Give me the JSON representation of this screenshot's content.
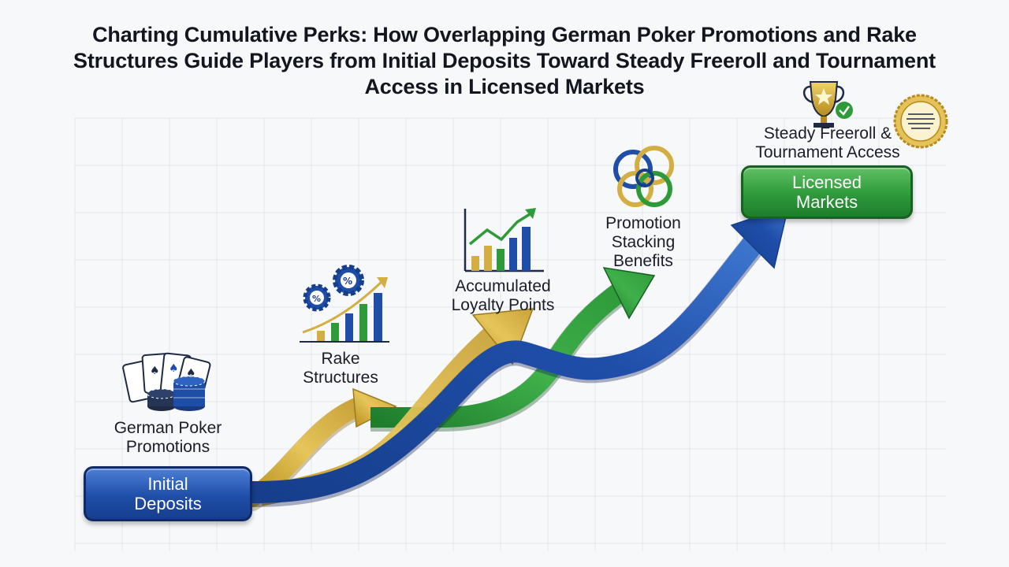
{
  "title": "Charting Cumulative Perks: How Overlapping German Poker Promotions and Rake Structures Guide Players from Initial Deposits Toward Steady Freeroll and Tournament Access in Licensed Markets",
  "stages": {
    "initial_deposits": "Initial Deposits",
    "german_poker_promotions": "German Poker Promotions",
    "rake_structures": "Rake Structures",
    "accumulated_loyalty_points": "Accumulated Loyalty Points",
    "promotion_stacking_benefits": "Promotion Stacking Benefits",
    "steady_freeroll_access": "Steady Freeroll & Tournament Access",
    "licensed_markets": "Licensed Markets"
  },
  "icons": {
    "cards_chips": "playing-cards-chips-icon",
    "gears_chart": "percent-gears-chart-icon",
    "growth_chart": "growth-bar-chart-icon",
    "rings": "interlocking-rings-icon",
    "trophy": "trophy-check-icon",
    "seal": "gold-seal-icon"
  },
  "colors": {
    "gold": "#d2ae43",
    "green": "#2e9a3a",
    "blue": "#1f4ea9",
    "navy": "#14306e"
  }
}
